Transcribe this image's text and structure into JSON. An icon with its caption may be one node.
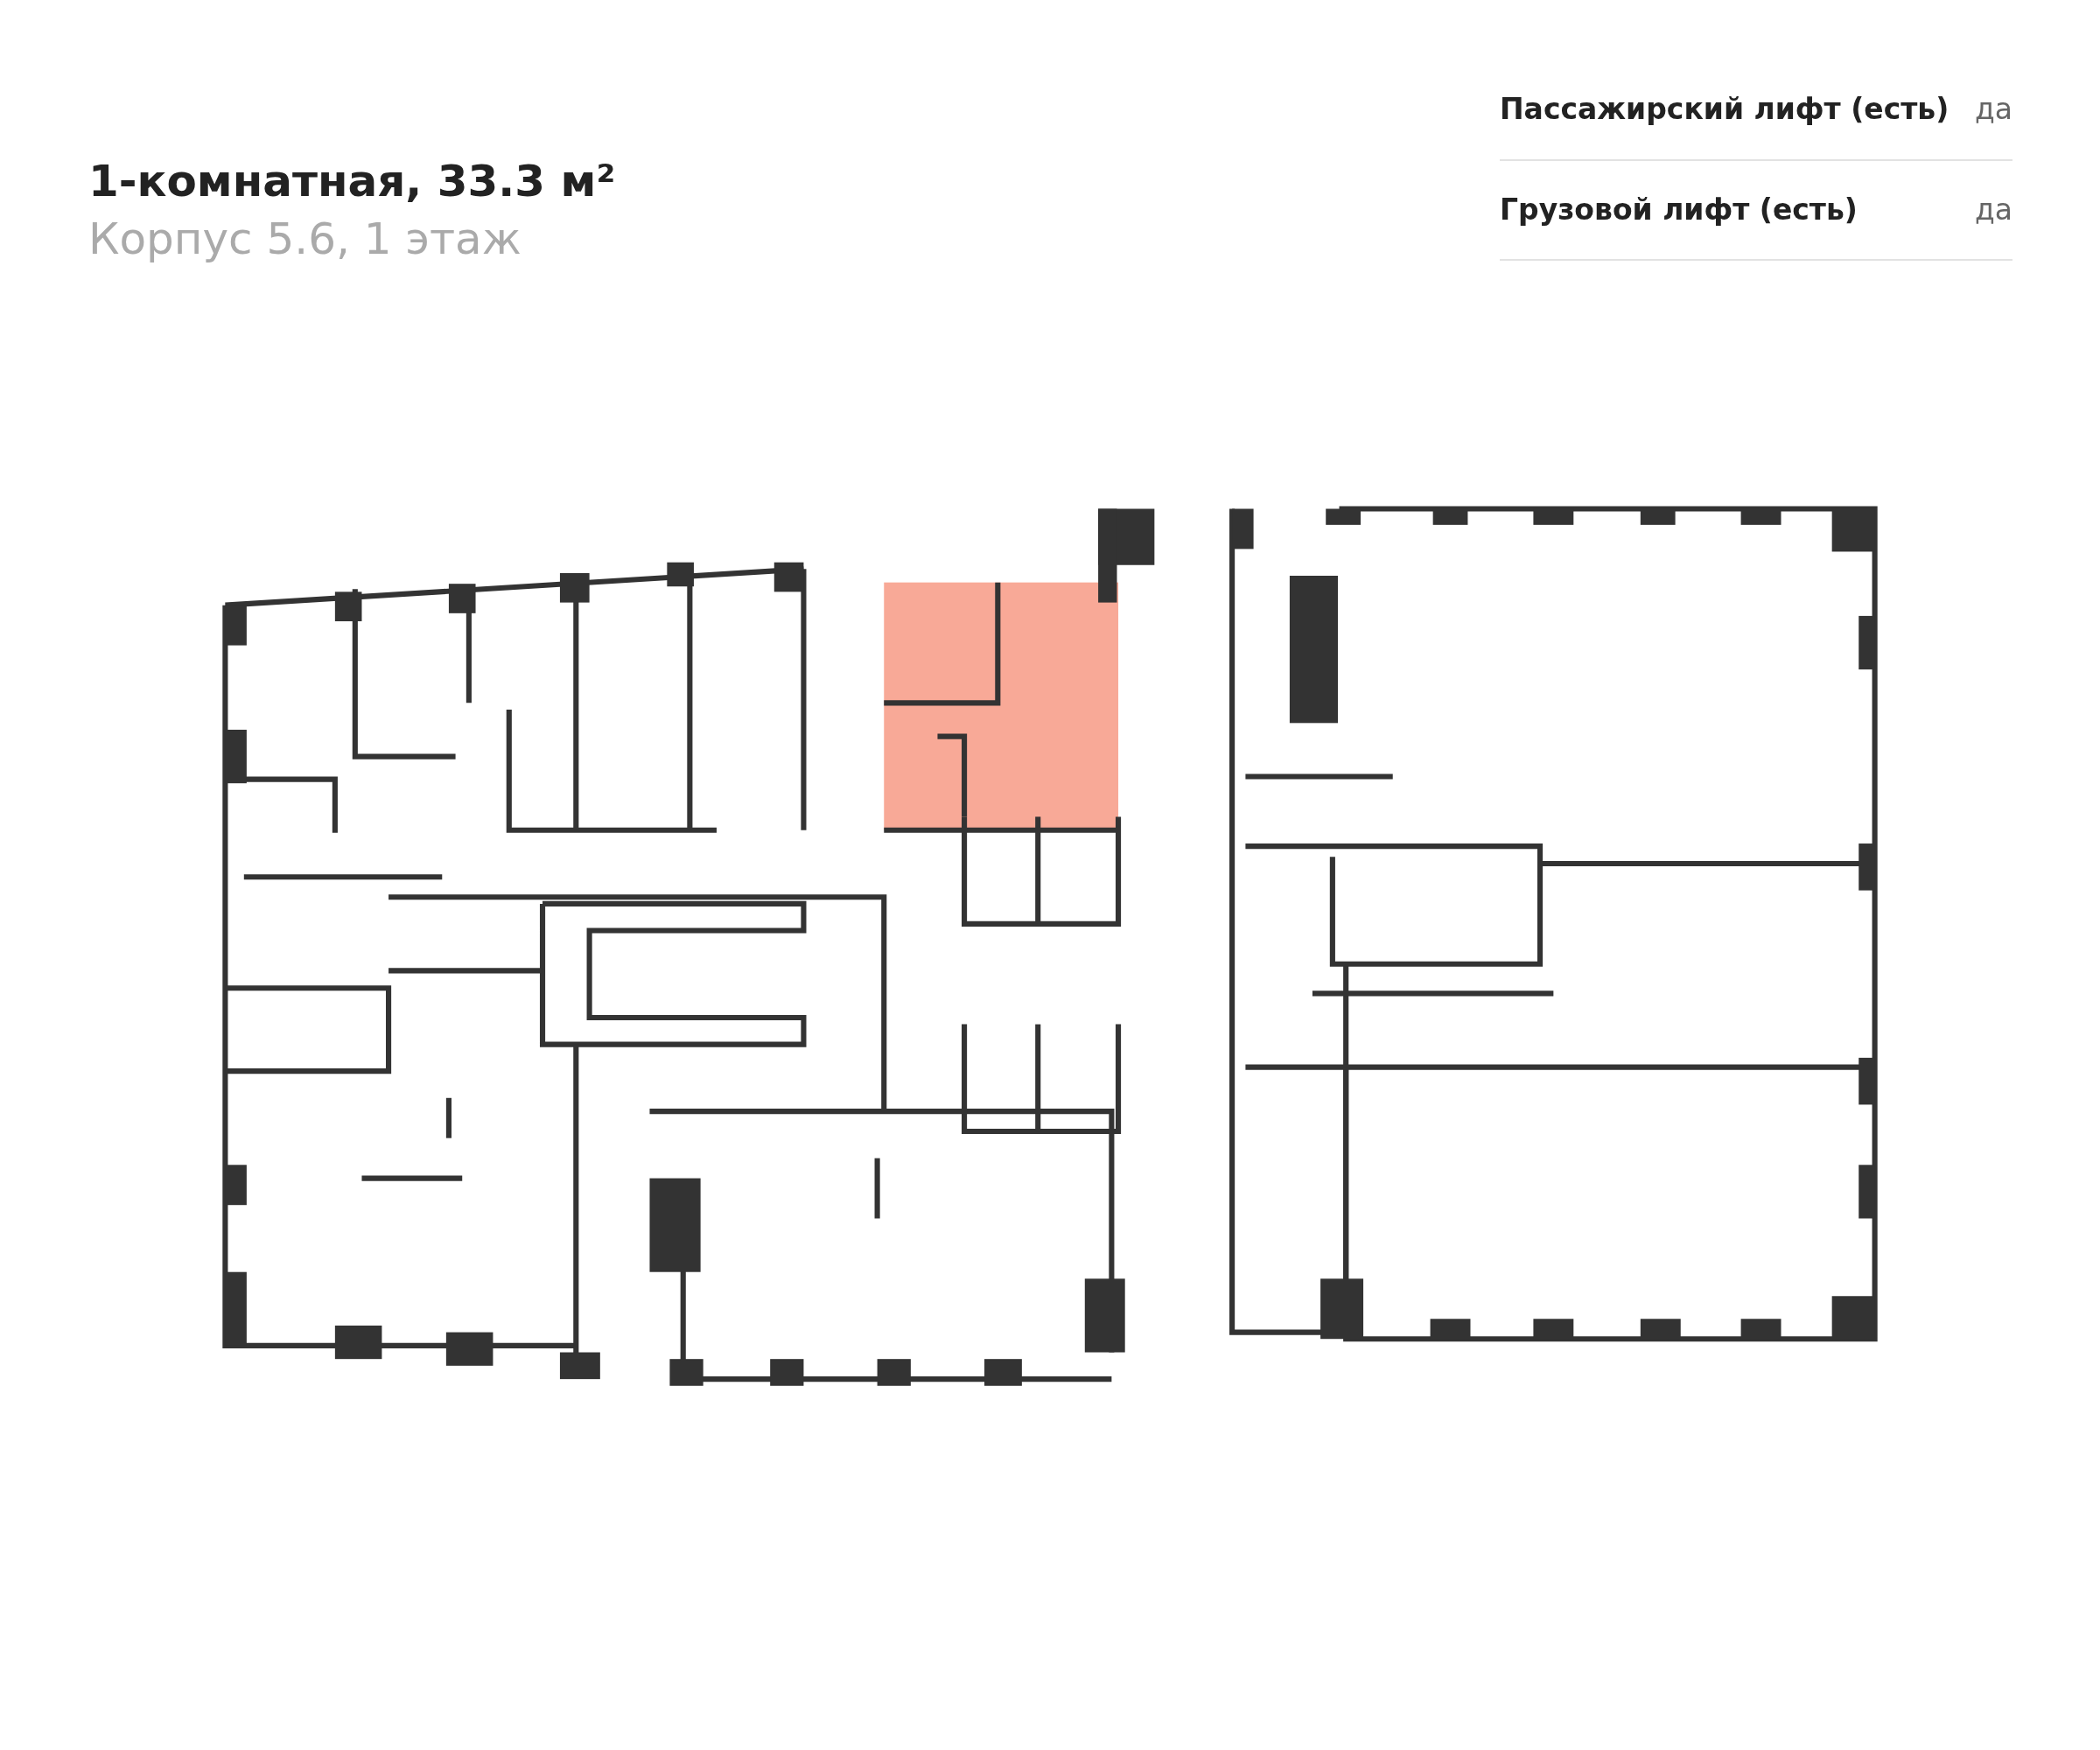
{
  "diagram": {
    "title": "1-комнатная, 33.3 м²",
    "labels": [
      "Корпус 5.6, 1 этаж",
      "Пассажирский лифт (есть)",
      "да",
      "Грузовой лифт (есть)",
      "да"
    ]
  }
}
